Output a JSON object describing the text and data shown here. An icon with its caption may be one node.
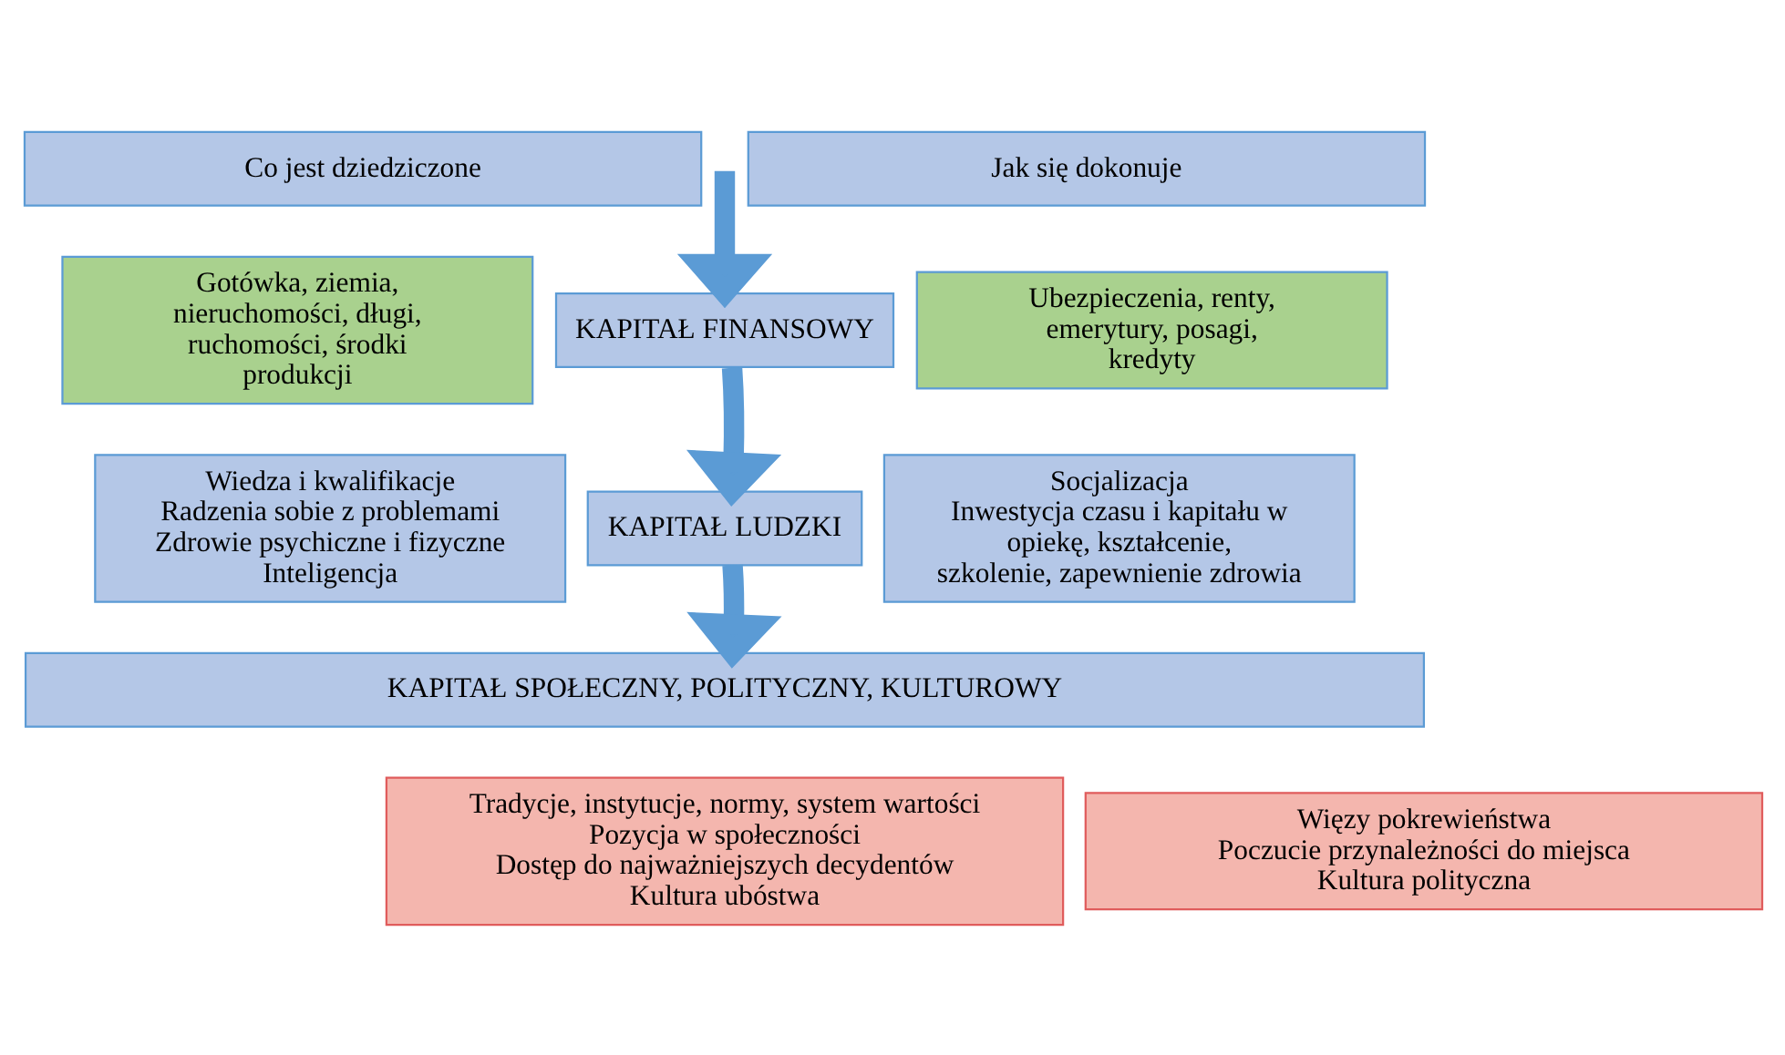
{
  "diagram": {
    "nodes": [
      {
        "text": [
          "Co jest dziedziczone"
        ]
      },
      {
        "text": [
          "Jak się dokonuje"
        ]
      },
      {
        "text": [
          "Gotówka, ziemia, nieruchomości, długi, ruchomości, środki produkcji"
        ]
      },
      {
        "text": [
          "KAPITAŁ FINANSOWY"
        ]
      },
      {
        "text": [
          "Ubezpieczenia, renty, emerytury, posagi, kredyty"
        ]
      },
      {
        "text": [
          "Wiedza i kwalifikacje",
          "Radzenia sobie z problemami",
          "Zdrowie psychiczne i fizyczne",
          "Inteligencja"
        ]
      },
      {
        "text": [
          "KAPITAŁ LUDZKI"
        ]
      },
      {
        "text": [
          "Socjalizacja",
          "Inwestycja czasu i kapitału w opiekę, kształcenie, szkolenie, zapewnienie zdrowia"
        ]
      },
      {
        "text": [
          "KAPITAŁ SPOŁECZNY, POLITYCZNY, KULTUROWY"
        ]
      },
      {
        "text": [
          "Tradycje, instytucje, normy, system wartości",
          "Pozycja w społeczności",
          "Dostęp do najważniejszych decydentów",
          "Kultura ubóstwa"
        ]
      },
      {
        "text": [
          "Więzy pokrewieństwa",
          "Poczucie przynależności do miejsca",
          "Kultura polityczna"
        ]
      }
    ],
    "edges": [
      {
        "from": null,
        "to": 3,
        "arrow": "to"
      },
      {
        "from": 3,
        "to": 6,
        "arrow": "to"
      },
      {
        "from": 6,
        "to": 8,
        "arrow": "to"
      }
    ]
  }
}
